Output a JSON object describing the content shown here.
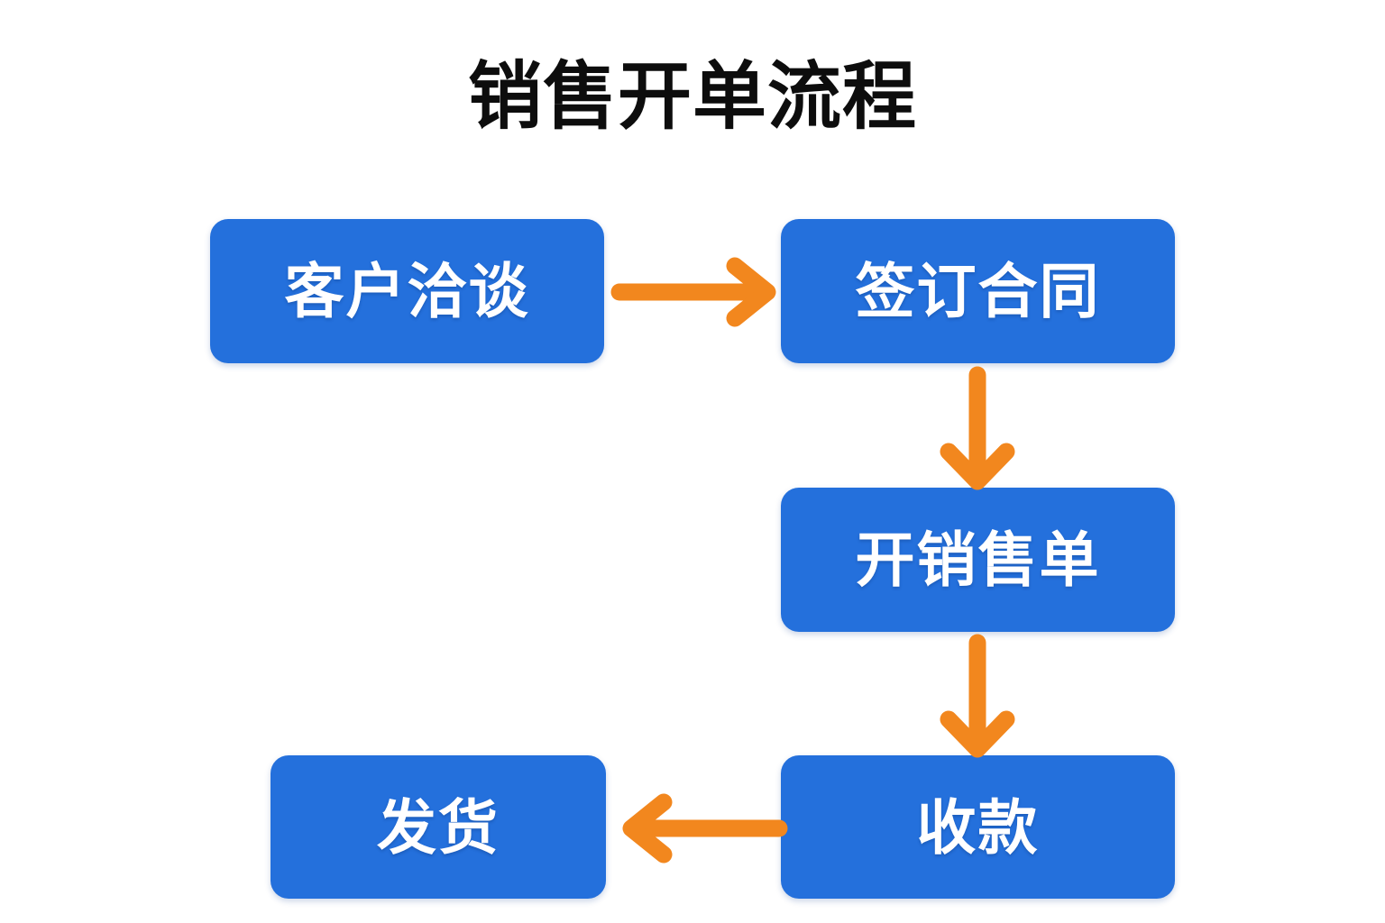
{
  "page": {
    "title": "销售开单流程",
    "background_color": "#ffffff"
  },
  "theme": {
    "node_fill": "#2470dc",
    "node_text": "#ffffff",
    "arrow_color": "#f2871e",
    "title_color": "#0d0d0d"
  },
  "flow": {
    "nodes": [
      {
        "id": "node-1",
        "label": "客户洽谈"
      },
      {
        "id": "node-2",
        "label": "签订合同"
      },
      {
        "id": "node-3",
        "label": "开销售单"
      },
      {
        "id": "node-4",
        "label": "收款"
      },
      {
        "id": "node-5",
        "label": "发货"
      }
    ],
    "arrows": [
      {
        "id": "arrow-1",
        "direction": "right",
        "from": "客户洽谈",
        "to": "签订合同"
      },
      {
        "id": "arrow-2",
        "direction": "down",
        "from": "签订合同",
        "to": "开销售单"
      },
      {
        "id": "arrow-3",
        "direction": "down",
        "from": "开销售单",
        "to": "收款"
      },
      {
        "id": "arrow-4",
        "direction": "left",
        "from": "收款",
        "to": "发货"
      }
    ]
  }
}
